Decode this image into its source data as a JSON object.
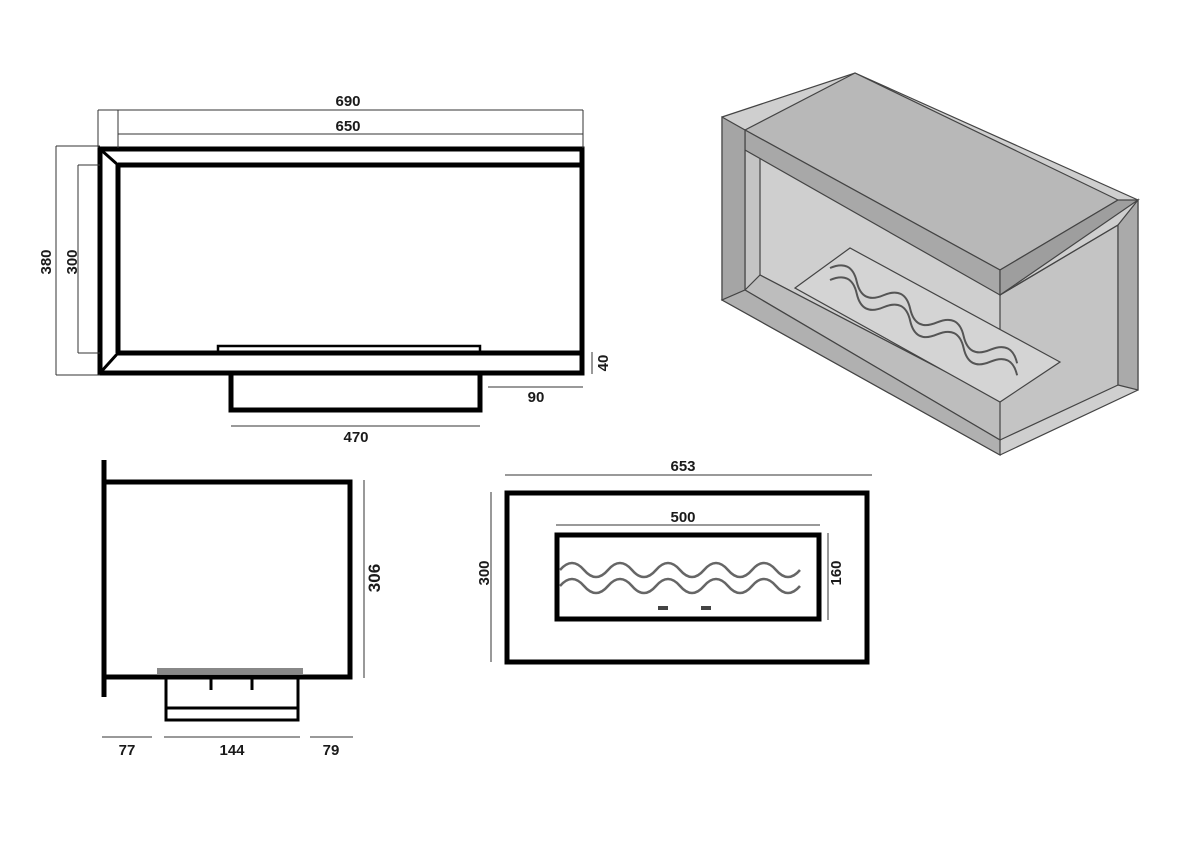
{
  "front_view": {
    "overall_width": "690",
    "inner_width": "650",
    "overall_height": "380",
    "opening_height": "300",
    "bottom_band": "40",
    "right_offset": "90",
    "base_width": "470"
  },
  "side_view": {
    "depth": "306",
    "left_offset": "77",
    "base_depth": "144",
    "right_offset": "79"
  },
  "top_view": {
    "overall_width": "653",
    "overall_depth": "300",
    "burner_width": "500",
    "burner_depth": "160"
  },
  "colors": {
    "line": "#000000",
    "iso_light": "#cfcfcf",
    "iso_mid": "#b5b5b5",
    "iso_dark": "#9a9a9a"
  }
}
